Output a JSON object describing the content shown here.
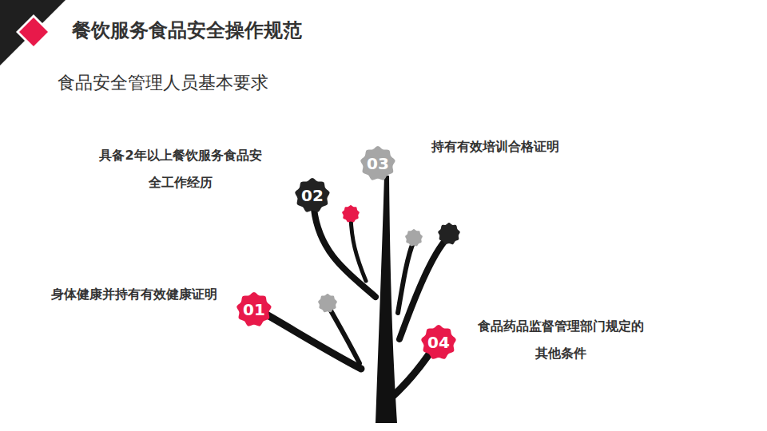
{
  "diagram": {
    "title": "餐饮服务食品安全操作规范",
    "nodes": [
      {
        "text": [
          "01"
        ]
      },
      {
        "text": [
          "02"
        ]
      },
      {
        "text": [
          "03"
        ]
      },
      {
        "text": [
          "04"
        ]
      }
    ],
    "labels": [
      "食品安全管理人员基本要求",
      "具备2年以上餐饮服务食品安全工作经历",
      "持有有效培训合格证明",
      "身体健康并持有有效健康证明",
      "食品药品监督管理部门规定的其他条件"
    ]
  }
}
